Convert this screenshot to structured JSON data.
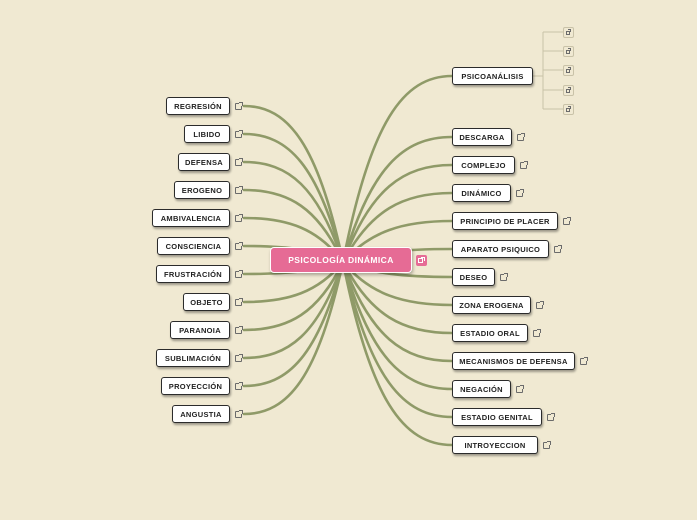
{
  "root": {
    "label": "PSICOLOGÍA DINÁMICA",
    "color": "#e66b95"
  },
  "branch_color": "#8f9a68",
  "left_nodes": [
    "REGRESIÓN",
    "LIBIDO",
    "DEFENSA",
    "EROGENO",
    "AMBIVALENCIA",
    "CONSCIENCIA",
    "FRUSTRACIÓN",
    "OBJETO",
    "PARANOIA",
    "SUBLIMACIÓN",
    "PROYECCIÓN",
    "ANGUSTIA"
  ],
  "right_nodes": [
    "PSICOANÁLISIS",
    "DESCARGA",
    "COMPLEJO",
    "DINÁMICO",
    "PRINCIPIO DE PLACER",
    "APARATO PSIQUICO",
    "DESEO",
    "ZONA EROGENA",
    "ESTADIO ORAL",
    "MECANISMOS DE DEFENSA",
    "NEGACIÓN",
    "ESTADIO GENITAL",
    "INTROYECCION"
  ],
  "psicoanalisis_children_count": 5
}
